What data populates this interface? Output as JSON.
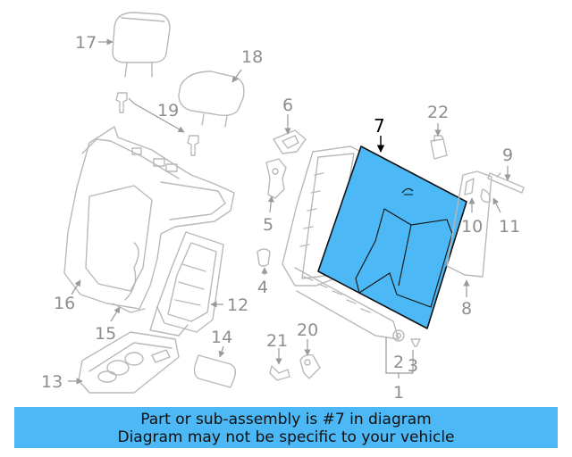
{
  "colors": {
    "highlight_fill": "#4cb8f5",
    "banner_bg": "#4cb8f5",
    "line_gray": "#b9b9b9",
    "label_gray": "#8e8e8e"
  },
  "diagram": {
    "highlighted_part": "7",
    "callouts": {
      "p1": "1",
      "p2": "2",
      "p3": "3",
      "p4": "4",
      "p5": "5",
      "p6": "6",
      "p7": "7",
      "p8": "8",
      "p9": "9",
      "p10": "10",
      "p11": "11",
      "p12": "12",
      "p13": "13",
      "p14": "14",
      "p15": "15",
      "p16": "16",
      "p17": "17",
      "p18": "18",
      "p19": "19",
      "p20": "20",
      "p21": "21",
      "p22": "22"
    }
  },
  "banner": {
    "line1": "Part or sub-assembly is #7 in diagram",
    "line2": "Diagram may not be specific to your vehicle"
  }
}
